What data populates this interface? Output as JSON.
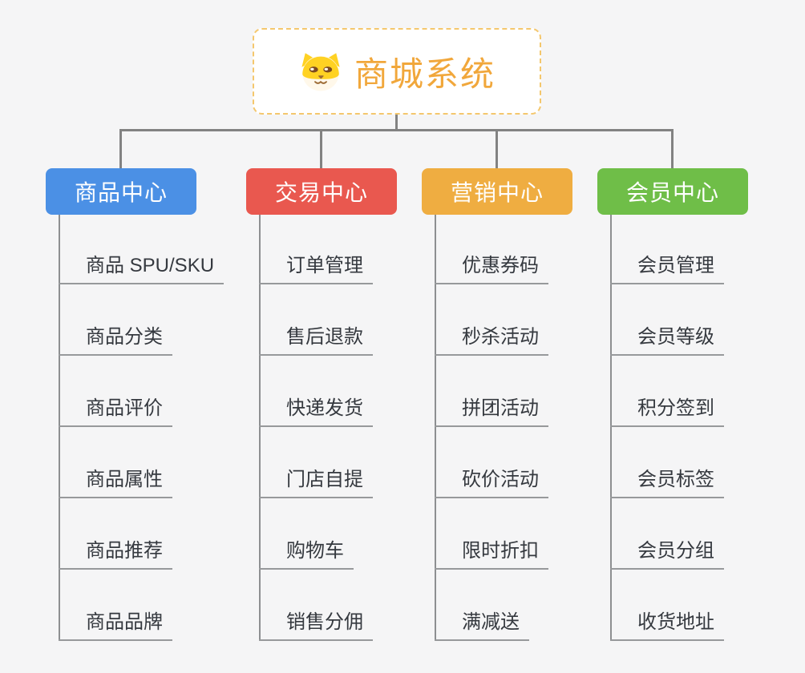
{
  "root": {
    "title": "商城系统",
    "icon": "dog-face-icon",
    "title_color": "#F1A73B",
    "border_color": "#F4C76D"
  },
  "branches": [
    {
      "label": "商品中心",
      "color": "#4B90E5",
      "items": [
        "商品 SPU/SKU",
        "商品分类",
        "商品评价",
        "商品属性",
        "商品推荐",
        "商品品牌"
      ]
    },
    {
      "label": "交易中心",
      "color": "#E9584F",
      "items": [
        "订单管理",
        "售后退款",
        "快递发货",
        "门店自提",
        "购物车",
        "销售分佣"
      ]
    },
    {
      "label": "营销中心",
      "color": "#EFAD41",
      "items": [
        "优惠券码",
        "秒杀活动",
        "拼团活动",
        "砍价活动",
        "限时折扣",
        "满减送"
      ]
    },
    {
      "label": "会员中心",
      "color": "#6FBE48",
      "items": [
        "会员管理",
        "会员等级",
        "积分签到",
        "会员标签",
        "会员分组",
        "收货地址"
      ]
    }
  ],
  "colors": {
    "background": "#F5F5F6",
    "connector": "#828282",
    "underline": "#97999B",
    "item_text": "#35393F"
  }
}
